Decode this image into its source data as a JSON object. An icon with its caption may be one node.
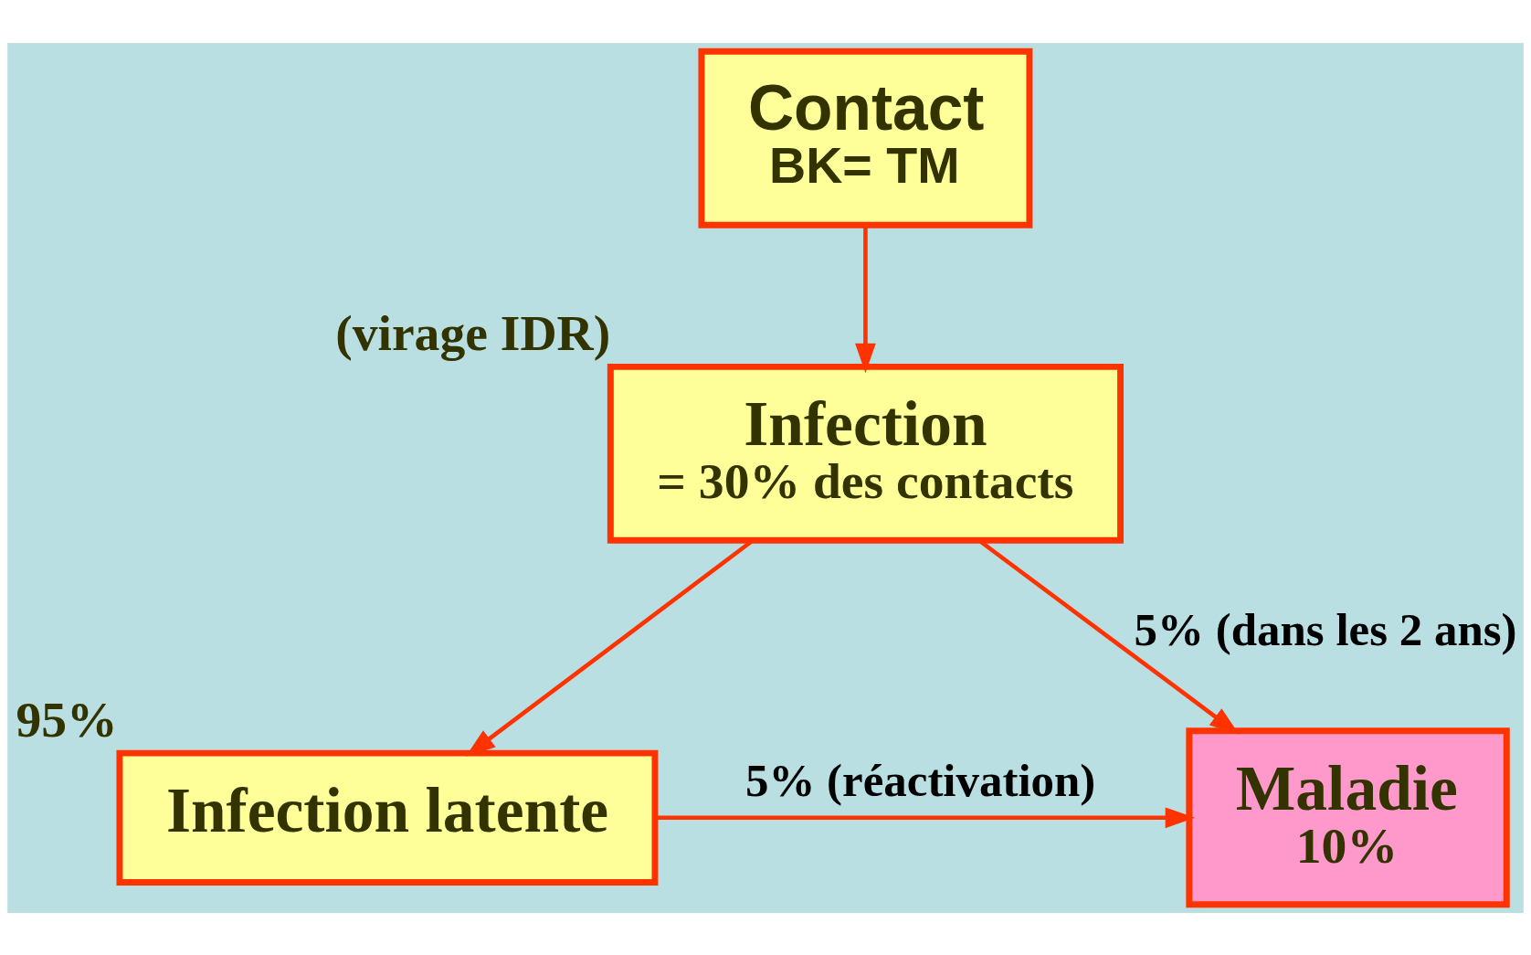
{
  "diagram": {
    "nodes": [
      {
        "text": [
          "Contact",
          "BK= TM"
        ]
      },
      {
        "text": [
          "Infection",
          "= 30% des contacts"
        ],
        "beside": [
          "(virage IDR)"
        ]
      },
      {
        "text": [
          "Infection latente"
        ],
        "beside": [
          "95%"
        ]
      },
      {
        "text": [
          "Maladie",
          "10%"
        ]
      }
    ],
    "edges": [
      {
        "from": 0,
        "to": 1,
        "arrow": "to"
      },
      {
        "from": 1,
        "to": 2,
        "arrow": "to"
      },
      {
        "from": 1,
        "to": 3,
        "arrow": "to",
        "label": "5% (dans les 2 ans)"
      },
      {
        "from": 2,
        "to": 3,
        "arrow": "to",
        "label": "5% (réactivation)"
      }
    ]
  }
}
